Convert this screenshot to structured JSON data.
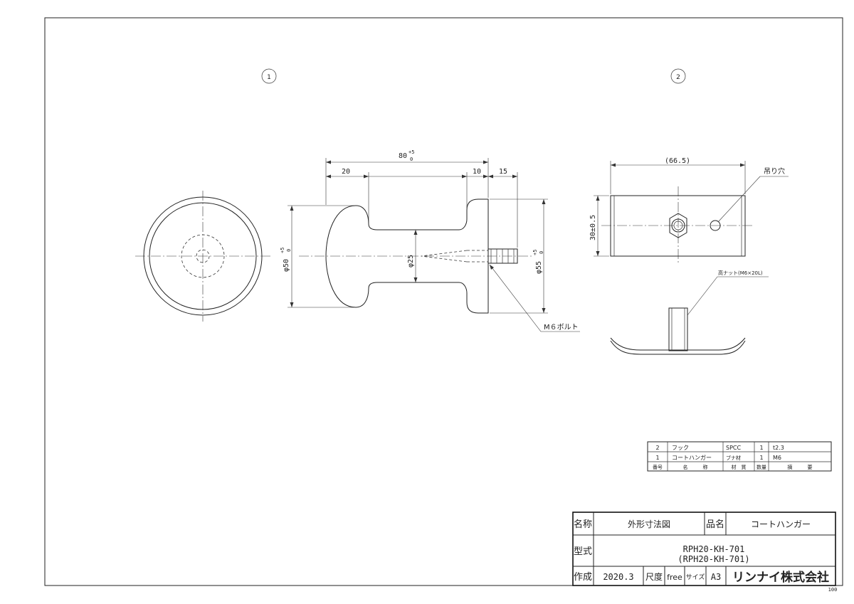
{
  "views": {
    "view1_label": "1",
    "view2_label": "2"
  },
  "dimensions": {
    "overall_length": "80",
    "overall_tol_upper": "+5",
    "overall_tol_lower": "0",
    "head_length": "20",
    "flange_length": "10",
    "bolt_length": "15",
    "head_dia": "φ50",
    "head_dia_tol_upper": "+5",
    "head_dia_tol_lower": "0",
    "neck_dia": "φ25",
    "flange_dia": "φ55",
    "flange_dia_tol_upper": "+5",
    "flange_dia_tol_lower": "0",
    "hook_width": "(66.5)",
    "hook_height": "30±0.5"
  },
  "callouts": {
    "bolt": "M６ボルト",
    "hanging_hole": "吊り穴",
    "nut": "高ナット(M6×20L)"
  },
  "parts_list": {
    "rows": [
      {
        "no": "2",
        "name": "フック",
        "material": "SPCC",
        "qty": "1",
        "note": "t2.3"
      },
      {
        "no": "1",
        "name": "コートハンガー",
        "material": "ブナ材",
        "qty": "1",
        "note": "M6"
      }
    ],
    "headers": {
      "no": "番号",
      "name": "名　　　称",
      "material": "材　質",
      "qty": "数量",
      "note": "摘　　　要"
    }
  },
  "title_block": {
    "name_label": "名称",
    "name_value": "外形寸法図",
    "product_label": "品名",
    "product_value": "コートハンガー",
    "model_label": "型式",
    "model_value": "RPH20-KH-701",
    "model_value_paren": "(RPH20-KH-701)",
    "created_label": "作成",
    "created_value": "2020.3",
    "scale_label": "尺度",
    "scale_value": "free",
    "size_label": "サイズ",
    "size_value": "A3",
    "company": "リンナイ株式会社"
  },
  "corner_mark": "100"
}
